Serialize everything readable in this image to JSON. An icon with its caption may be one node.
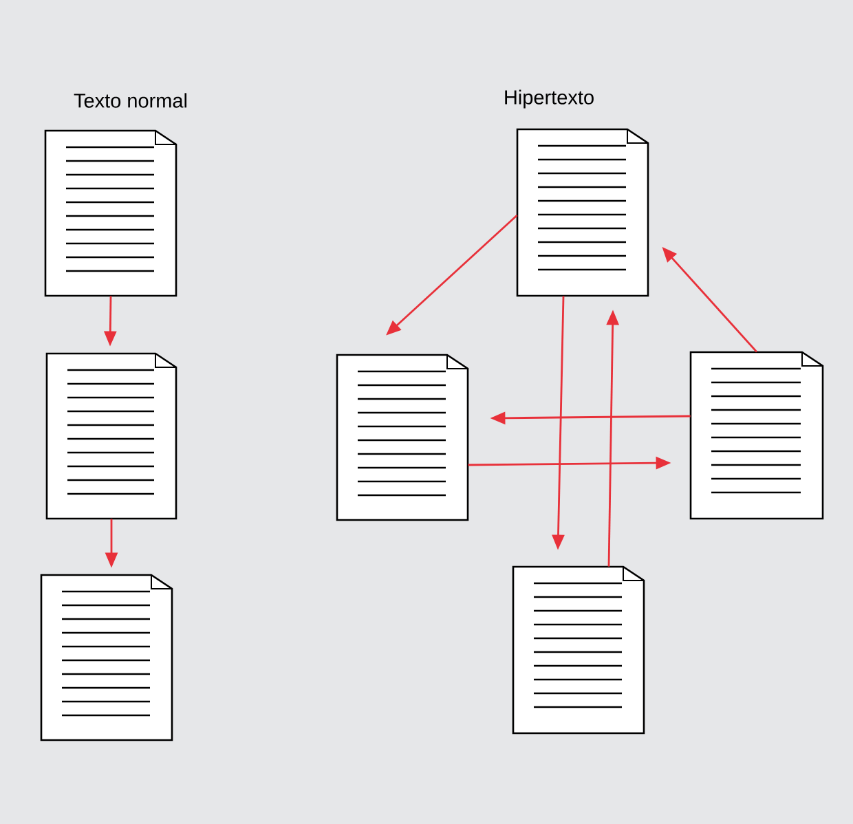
{
  "diagram": {
    "nodes": [
      {
        "text": [],
        "shape": "document"
      },
      {
        "text": [],
        "shape": "document"
      },
      {
        "text": [],
        "shape": "document"
      },
      {
        "text": [],
        "shape": "document"
      },
      {
        "text": [],
        "shape": "document"
      },
      {
        "text": [],
        "shape": "document"
      },
      {
        "text": [],
        "shape": "document"
      }
    ],
    "edges": [
      {
        "from": 0,
        "to": 1,
        "arrow": "to"
      },
      {
        "from": 1,
        "to": 2,
        "arrow": "to"
      },
      {
        "from": 3,
        "to": 4,
        "arrow": "to"
      },
      {
        "from": 5,
        "to": 3,
        "arrow": "to"
      },
      {
        "from": 5,
        "to": 4,
        "arrow": "to"
      },
      {
        "from": 4,
        "to": 5,
        "arrow": "to"
      },
      {
        "from": 3,
        "to": 6,
        "arrow": "to"
      },
      {
        "from": 6,
        "to": 3,
        "arrow": "to"
      }
    ],
    "labels": [
      "Texto normal",
      "Hipertexto"
    ]
  }
}
